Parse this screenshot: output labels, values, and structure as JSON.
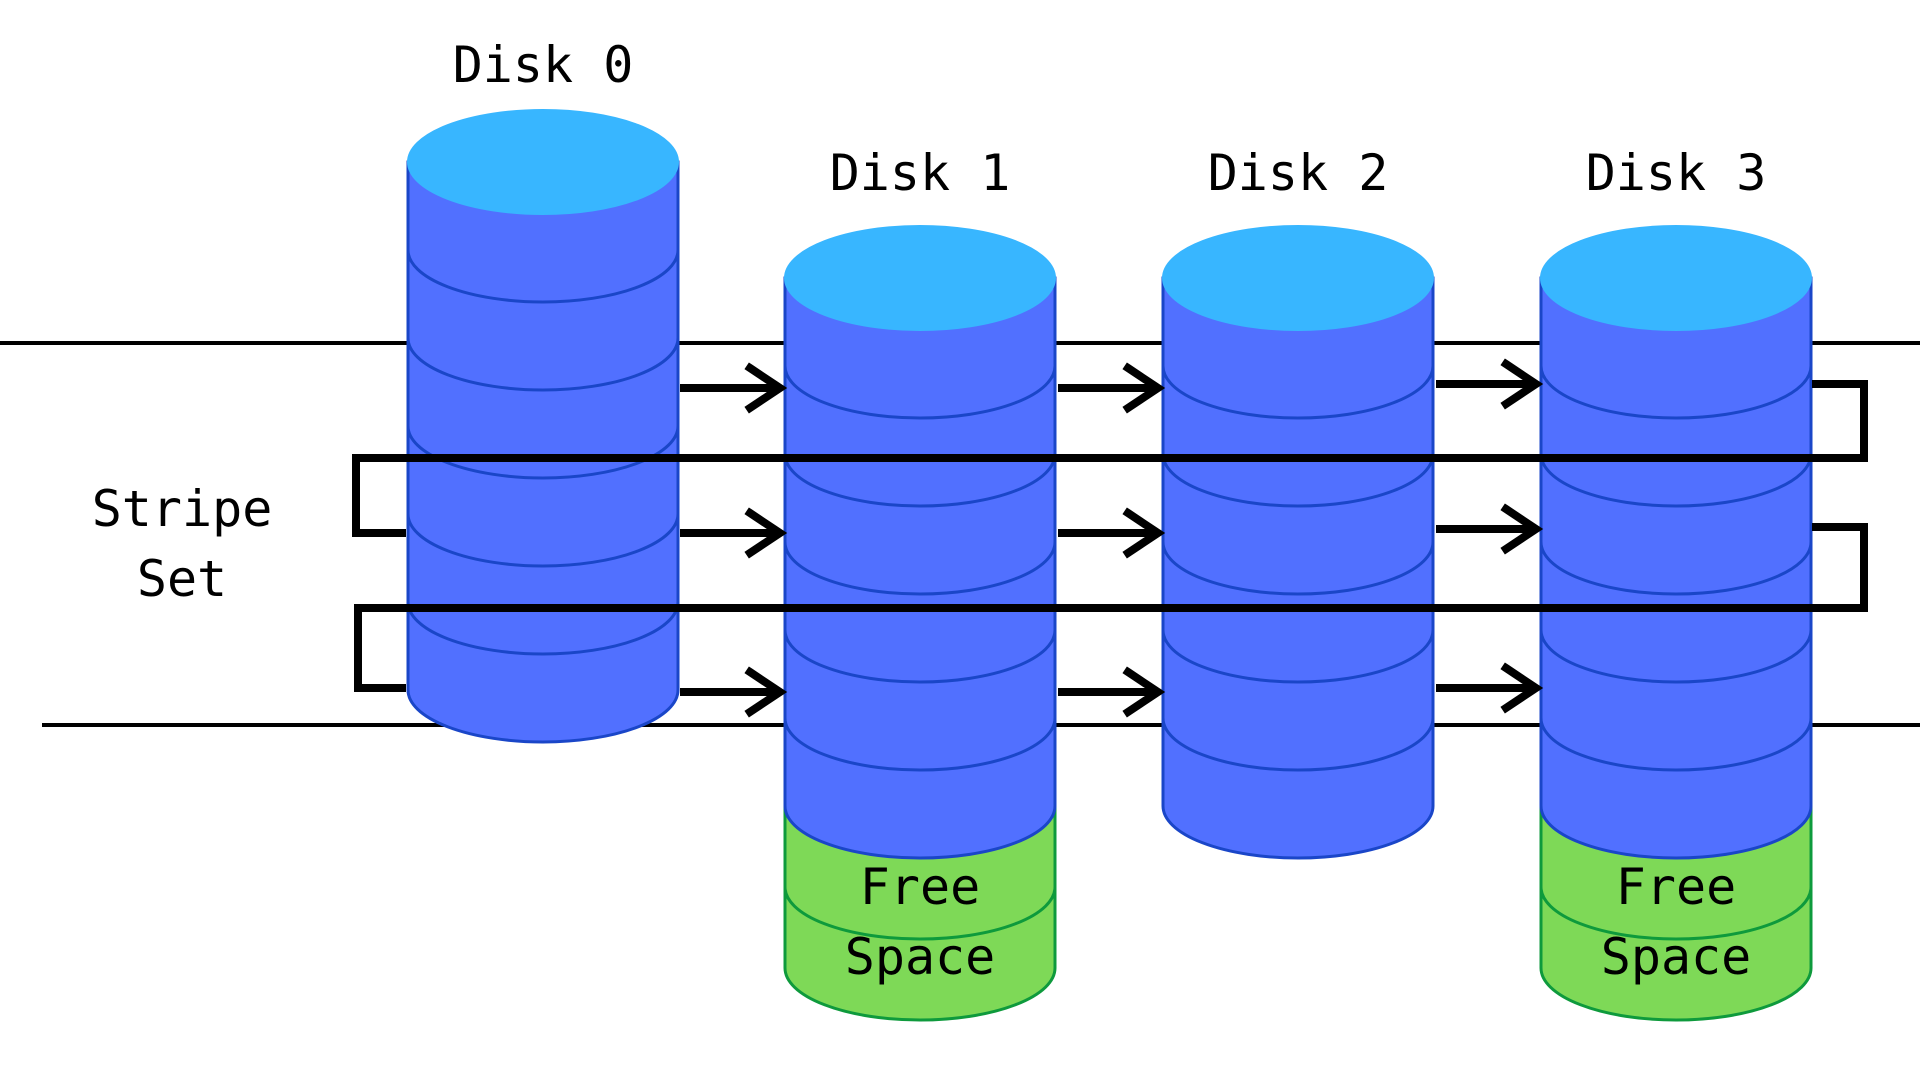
{
  "disks": [
    {
      "label": "Disk 0",
      "free_space": null
    },
    {
      "label": "Disk 1",
      "free_space": [
        "Free",
        "Space"
      ]
    },
    {
      "label": "Disk 2",
      "free_space": null
    },
    {
      "label": "Disk 3",
      "free_space": [
        "Free",
        "Space"
      ]
    }
  ],
  "stripe_set": {
    "line1": "Stripe",
    "line2": "Set"
  },
  "colors": {
    "disk_top": "#38B6FF",
    "disk_body": "#5170FF",
    "disk_outline": "#1A46C8",
    "free_body": "#7ED957",
    "free_outline": "#0E9A3C",
    "arrow": "#000000"
  }
}
